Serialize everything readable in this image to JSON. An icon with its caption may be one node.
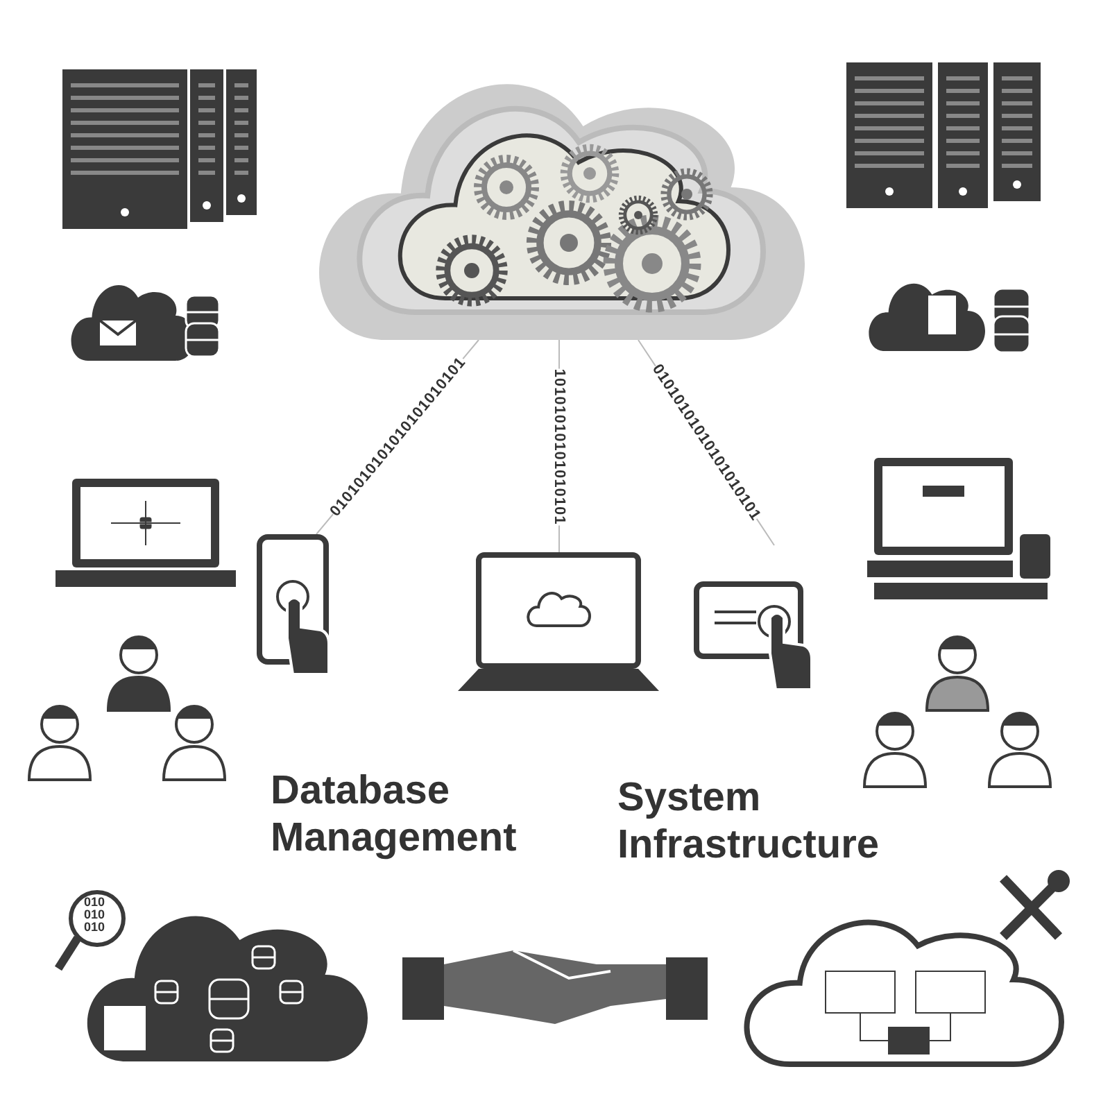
{
  "diagram": {
    "nodes": [
      {
        "text": [],
        "shape": "picture"
      },
      {
        "text": [],
        "shape": "picture"
      },
      {
        "text": [],
        "shape": "picture"
      },
      {
        "text": [],
        "shape": "picture"
      }
    ],
    "edges": [
      {
        "from": 0,
        "to": 1,
        "arrow": "none",
        "label": "0101010101010101010101"
      },
      {
        "from": 0,
        "to": 2,
        "arrow": "none",
        "label": "10101010101010101"
      },
      {
        "from": 0,
        "to": 3,
        "arrow": "none",
        "label": "01010101010101010101"
      }
    ],
    "labels": [
      "Database Management",
      "System Infrastructure",
      "010 010 010"
    ]
  }
}
